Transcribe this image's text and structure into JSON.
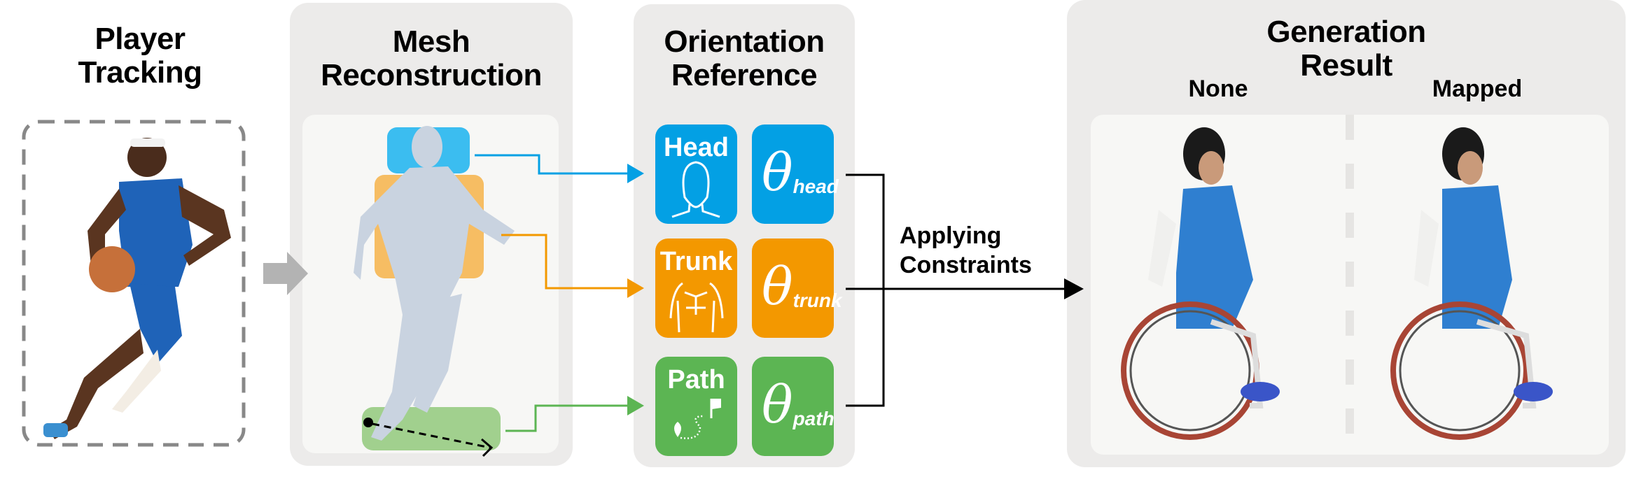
{
  "stages": {
    "player_tracking": {
      "title_line1": "Player",
      "title_line2": "Tracking"
    },
    "mesh_reconstruction": {
      "title_line1": "Mesh",
      "title_line2": "Reconstruction"
    },
    "orientation_reference": {
      "title_line1": "Orientation",
      "title_line2": "Reference",
      "items": [
        {
          "label": "Head",
          "theta": "θ",
          "subscript": "head",
          "color": "#03a0e4",
          "icon": "head-icon"
        },
        {
          "label": "Trunk",
          "theta": "θ",
          "subscript": "trunk",
          "color": "#f39800",
          "icon": "torso-icon"
        },
        {
          "label": "Path",
          "theta": "θ",
          "subscript": "path",
          "color": "#5cb553",
          "icon": "path-map-pin-flag-icon"
        }
      ]
    },
    "applying": {
      "line1": "Applying",
      "line2": "Constraints"
    },
    "generation_result": {
      "title_line1": "Generation",
      "title_line2": "Result",
      "col_none": "None",
      "col_mapped": "Mapped"
    }
  },
  "colors": {
    "panel": "#ecebea",
    "inner": "#f7f7f5",
    "mesh": "#c9d3e0",
    "mesh_head_region": "#3bbdf0",
    "mesh_trunk_region": "#f6bd63",
    "mesh_path_region": "#a1d08e"
  }
}
